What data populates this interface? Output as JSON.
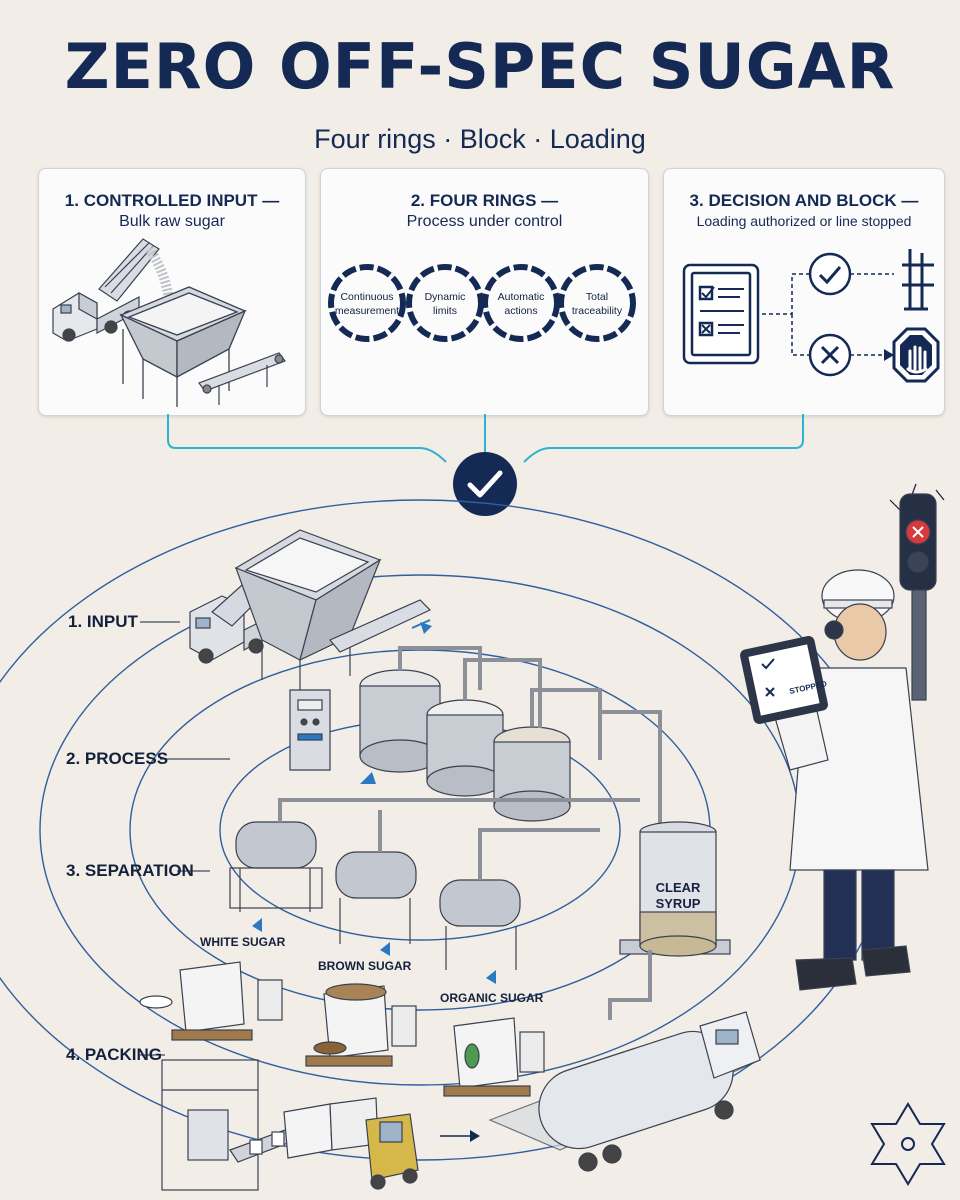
{
  "header": {
    "title": "ZERO OFF-SPEC SUGAR",
    "subtitle": "Four rings · Block · Loading"
  },
  "cards": [
    {
      "title": "1. CONTROLLED INPUT —",
      "subtitle": "Bulk raw sugar"
    },
    {
      "title": "2. FOUR RINGS —",
      "subtitle": "Process under control",
      "rings": [
        {
          "line1": "Continuous",
          "line2": "measurement"
        },
        {
          "line1": "Dynamic",
          "line2": "limits"
        },
        {
          "line1": "Automatic",
          "line2": "actions"
        },
        {
          "line1": "Total",
          "line2": "traceability"
        }
      ]
    },
    {
      "title": "3. DECISION AND BLOCK —",
      "subtitle": "Loading authorized or line stopped"
    }
  ],
  "stages": [
    {
      "label": "1. INPUT"
    },
    {
      "label": "2. PROCESS"
    },
    {
      "label": "3. SEPARATION"
    },
    {
      "label": "4. PACKING"
    }
  ],
  "products": [
    {
      "label": "WHITE SUGAR"
    },
    {
      "label": "BROWN SUGAR"
    },
    {
      "label": "ORGANIC SUGAR"
    }
  ],
  "tank": {
    "line1": "CLEAR",
    "line2": "SYRUP"
  },
  "tablet": {
    "status": "STOPPED"
  },
  "colors": {
    "navy": "#142a54",
    "accent_blue": "#2a79c2",
    "cyan_line": "#2bb3cf",
    "stop_red": "#d63a3a",
    "background": "#f2ede6"
  }
}
